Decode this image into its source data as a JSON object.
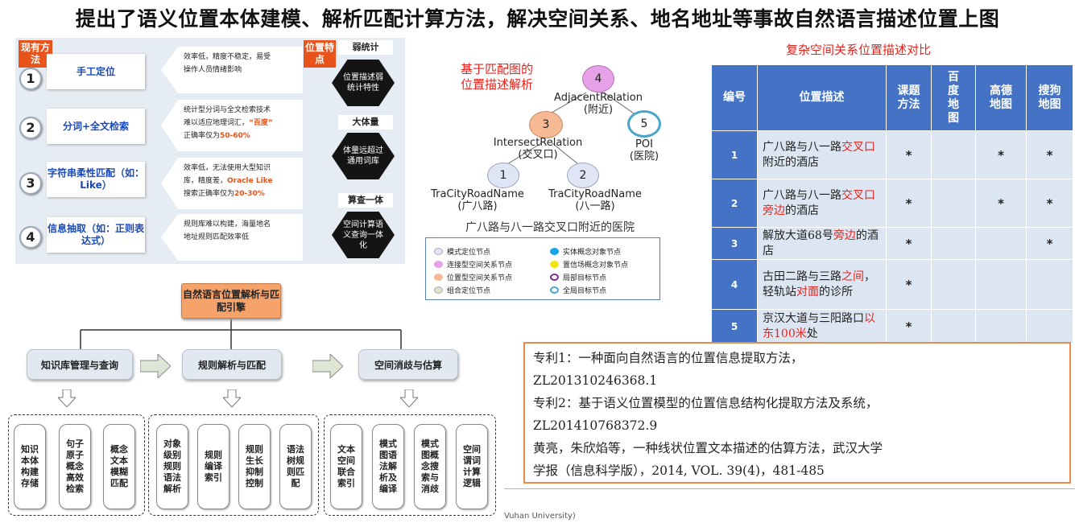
{
  "title": "提出了语义位置本体建模、解析匹配计算方法，解决空间关系、地名地址等事故自然语言描述位置上图",
  "methods_panel": {
    "existing_tag": "现有方法",
    "feature_tag": "位置特点",
    "methods": [
      {
        "num": "1",
        "name": "手工定位",
        "desc_lines": [
          "效率低，精度不稳定，易受",
          "操作人员情绪影响"
        ]
      },
      {
        "num": "2",
        "name": "分词+全文检索",
        "desc_lines": [
          "统计型分词与全文检索技术",
          "难以适应地理词汇，",
          "正确率仅为"
        ],
        "highlight_1": "“百度”",
        "highlight_2": "50-60%"
      },
      {
        "num": "3",
        "name": "字符串柔性匹配（如：Like）",
        "desc_lines": [
          "效率低，无法使用大型知识",
          "库，精度差，",
          "搜索正确率仅为"
        ],
        "highlight_1": "Oracle Like",
        "highlight_2": "20-30%"
      },
      {
        "num": "4",
        "name": "信息抽取（如：正则表达式）",
        "desc_lines": [
          "规则库难以构建，海量地名",
          "地址规则匹配效率低"
        ]
      }
    ],
    "features": [
      {
        "head": "弱统计",
        "body": "位置描述弱统计特性"
      },
      {
        "head": "大体量",
        "body": "体量远超过通用词库"
      },
      {
        "head": "算查一体",
        "body": "空间计算语义查询一体化"
      }
    ]
  },
  "graph": {
    "title_line1": "基于匹配图的",
    "title_line2": "位置描述解析",
    "nodes": [
      {
        "id": "4",
        "label1": "AdjacentRelation",
        "label2": "(附近)",
        "color": "#e7a1e8"
      },
      {
        "id": "3",
        "label1": "IntersectRelation",
        "label2": "(交叉口)",
        "color": "#f5b993"
      },
      {
        "id": "5",
        "label1": "POI",
        "label2": "(医院)",
        "color": "#ffffff"
      },
      {
        "id": "1",
        "label1": "TraCityRoadName",
        "label2": "(广八路)",
        "color": "#dfe5f4"
      },
      {
        "id": "2",
        "label1": "TraCityRoadName",
        "label2": "(八一路)",
        "color": "#dfe5f4"
      }
    ],
    "caption": "广八路与八一路交叉口附近的医院",
    "legend": [
      {
        "label": "模式定位节点",
        "color": "#dfe5f4"
      },
      {
        "label": "实体概念对象节点",
        "color": "#1ba3e8"
      },
      {
        "label": "连接型空间关系节点",
        "color": "#e7a1e8"
      },
      {
        "label": "置信场概念对象节点",
        "color": "#f5e211"
      },
      {
        "label": "位置型空间关系节点",
        "color": "#f5b993"
      },
      {
        "label": "局部目标节点",
        "color": "#ffffff"
      },
      {
        "label": "组合定位节点",
        "color": "#dbe7c4"
      },
      {
        "label": "全局目标节点",
        "color": "#ffffff"
      }
    ]
  },
  "flow": {
    "root": "自然语言位置解析与匹配引擎",
    "levels": [
      "知识库管理与查询",
      "规则解析与匹配",
      "空间消歧与估算"
    ],
    "leaves": [
      [
        "知识本体构建存储",
        "句子原子概念高效检索",
        "概念文本模糊匹配"
      ],
      [
        "对象级别规则语法解析",
        "规则编译索引",
        "规则生长抑制控制",
        "语法树规则匹配"
      ],
      [
        "文本空间联合索引",
        "模式图语法解析及编译",
        "模式图概念搜索与消歧",
        "空间谓词计算逻辑"
      ]
    ]
  },
  "table": {
    "title": "复杂空间关系位置描述对比",
    "headers": [
      "编号",
      "位置描述",
      "课题方法",
      "百度地图",
      "高德地图",
      "搜狗地图"
    ],
    "rows": [
      {
        "num": "1",
        "desc_a": "广八路与八一路",
        "desc_red": "交叉口",
        "desc_b": "附近的酒店",
        "marks": [
          "*",
          "",
          "*",
          "*"
        ]
      },
      {
        "num": "2",
        "desc_a": "广八路与八一路",
        "desc_red": "交叉口旁边",
        "desc_b": "的酒店",
        "marks": [
          "*",
          "",
          "*",
          "*"
        ]
      },
      {
        "num": "3",
        "desc_a": "解放大道68号",
        "desc_red": "旁边",
        "desc_b": "的酒店",
        "marks": [
          "*",
          "",
          "",
          "*"
        ]
      },
      {
        "num": "4",
        "desc_a": "古田二路与三路",
        "desc_red": "之间",
        "desc_b": "，轻轨站",
        "desc_red2": "对面",
        "desc_c": "的诊所",
        "marks": [
          "*",
          "",
          "",
          ""
        ]
      },
      {
        "num": "5",
        "desc_a": "京汉大道与三阳路口",
        "desc_red": "以东100米",
        "desc_b": "处",
        "marks": [
          "*",
          "",
          "",
          ""
        ]
      }
    ]
  },
  "citations": [
    "专利1：一种面向自然语言的位置信息提取方法，",
    "ZL201310246368.1",
    "专利2：基于语义位置模型的位置信息结构化提取方法及系统，",
    "ZL201410768372.9",
    "黄亮，朱欣焰等，一种线状位置文本描述的估算方法，武汉大学",
    "学报（信息科学版），2014, VOL. 39(4)，481-485"
  ],
  "footer": "Vuhan University)"
}
